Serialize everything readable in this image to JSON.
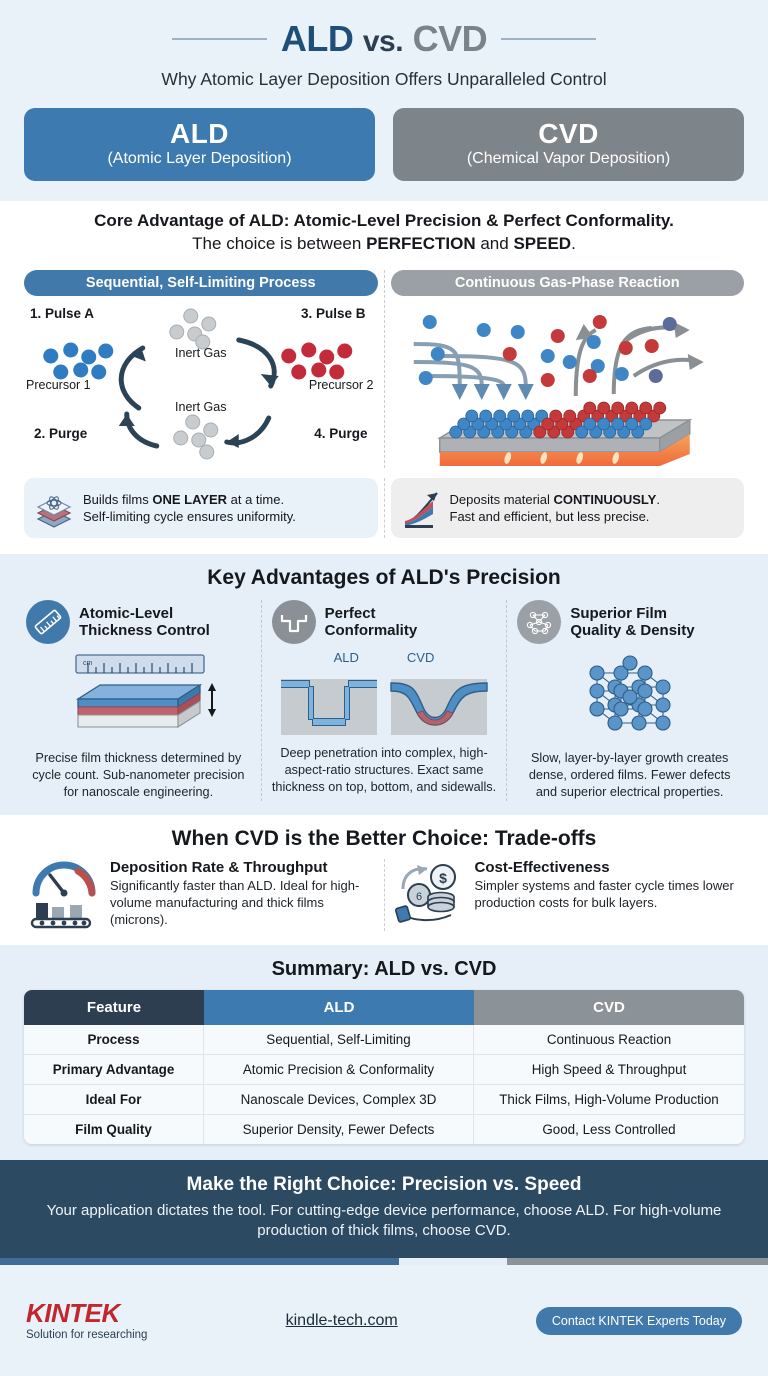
{
  "header": {
    "title_ald": "ALD",
    "title_vs": "vs.",
    "title_cvd": "CVD",
    "subtitle": "Why Atomic Layer Deposition Offers Unparalleled Control",
    "pills": [
      {
        "name": "ALD",
        "full": "(Atomic Layer Deposition)",
        "color": "#3d7ab0"
      },
      {
        "name": "CVD",
        "full": "(Chemical Vapor Deposition)",
        "color": "#7d848a"
      }
    ]
  },
  "core": {
    "line1": "Core Advantage of ALD: Atomic-Level Precision & Perfect Conformality.",
    "line2_a": "The choice is between ",
    "line2_b": "PERFECTION",
    "line2_c": " and ",
    "line2_d": "SPEED",
    "line2_e": "."
  },
  "process": {
    "ald_header": "Sequential, Self-Limiting Process",
    "cvd_header": "Continuous Gas-Phase Reaction",
    "cycle": {
      "step1": "1. Pulse A",
      "step1_sub": "Precursor 1",
      "step2": "2. Purge",
      "step3": "3. Pulse B",
      "step3_sub": "Precursor 2",
      "step4": "4. Purge",
      "inert_top": "Inert Gas",
      "inert_bottom": "Inert Gas"
    },
    "ald_summary_a": "Builds films ",
    "ald_summary_b": "ONE LAYER",
    "ald_summary_c": " at a time.",
    "ald_summary_d": "Self-limiting cycle ensures uniformity.",
    "cvd_summary_a": "Deposits material ",
    "cvd_summary_b": "CONTINUOUSLY",
    "cvd_summary_c": ".",
    "cvd_summary_d": "Fast and efficient, but less precise."
  },
  "advantages": {
    "title": "Key Advantages of ALD's Precision",
    "items": [
      {
        "heading_l1": "Atomic-Level",
        "heading_l2": "Thickness Control",
        "icon": "ruler-icon",
        "text": "Precise film thickness determined by cycle count. Sub-nanometer precision for nanoscale engineering."
      },
      {
        "heading_l1": "Perfect",
        "heading_l2": "Conformality",
        "icon": "trench-icon",
        "label_ald": "ALD",
        "label_cvd": "CVD",
        "text": "Deep penetration into complex, high-aspect-ratio structures. Exact same thickness on top, bottom, and sidewalls."
      },
      {
        "heading_l1": "Superior Film",
        "heading_l2": "Quality & Density",
        "icon": "lattice-icon",
        "text": "Slow, layer-by-layer growth creates dense, ordered films. Fewer defects and superior electrical properties."
      }
    ]
  },
  "tradeoffs": {
    "title": "When CVD is the Better Choice: Trade-offs",
    "items": [
      {
        "heading": "Deposition Rate & Throughput",
        "icon": "gauge-factory-icon",
        "text": "Significantly faster than ALD. Ideal for high-volume manufacturing and thick films (microns)."
      },
      {
        "heading": "Cost-Effectiveness",
        "icon": "coins-hand-icon",
        "text": "Simpler systems and faster cycle times lower production costs for bulk layers."
      }
    ]
  },
  "summary_table": {
    "title": "Summary: ALD vs. CVD",
    "columns": [
      "Feature",
      "ALD",
      "CVD"
    ],
    "rows": [
      [
        "Process",
        "Sequential, Self-Limiting",
        "Continuous Reaction"
      ],
      [
        "Primary Advantage",
        "Atomic Precision & Conformality",
        "High Speed & Throughput"
      ],
      [
        "Ideal For",
        "Nanoscale Devices, Complex 3D",
        "Thick Films, High-Volume Production"
      ],
      [
        "Film Quality",
        "Superior Density, Fewer Defects",
        "Good, Less Controlled"
      ]
    ]
  },
  "cta": {
    "heading": "Make the Right Choice: Precision vs. Speed",
    "text": "Your application dictates the tool. For cutting-edge device performance, choose ALD. For high-volume production of thick films, choose CVD."
  },
  "footer": {
    "logo_main": "KINTEK",
    "logo_sub": "Solution for researching",
    "site": "kindle-tech.com",
    "button": "Contact KINTEK Experts Today"
  },
  "colors": {
    "ald_blue": "#3d7ab0",
    "cvd_gray": "#7d848a",
    "navy": "#2c3e50",
    "bg_light_blue": "#e6eff8",
    "brand_red": "#c1272d"
  }
}
